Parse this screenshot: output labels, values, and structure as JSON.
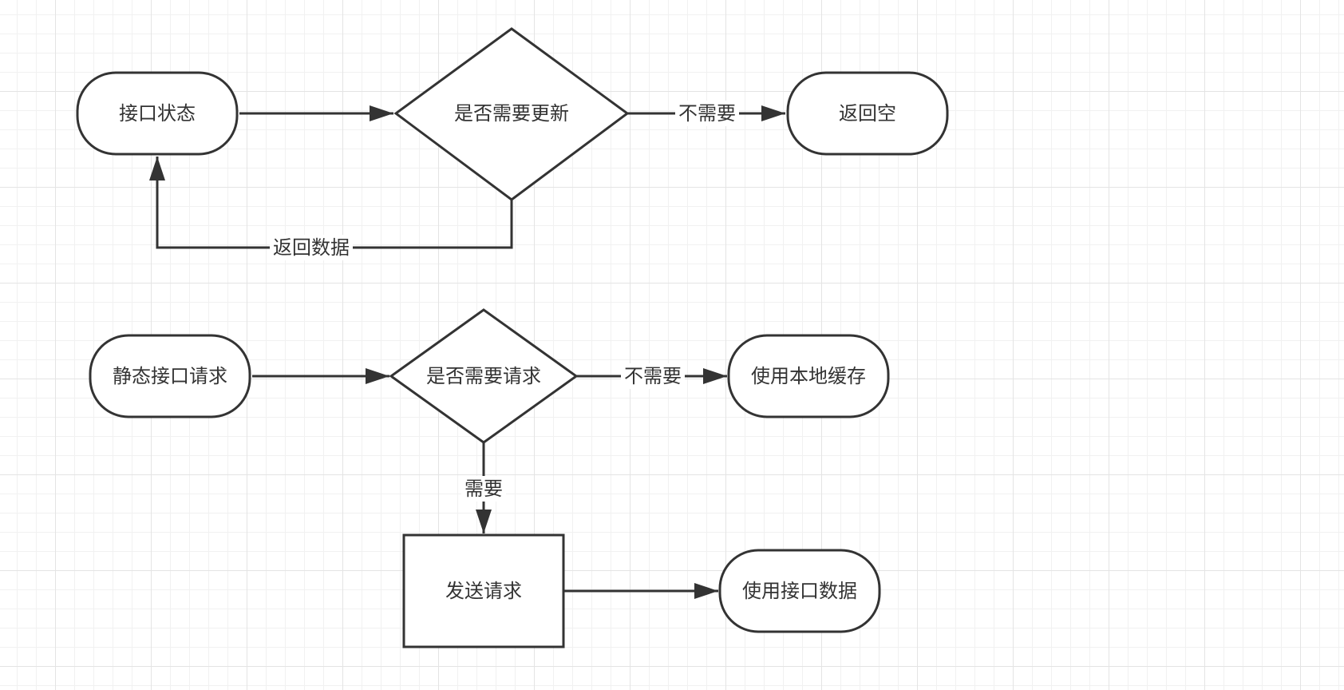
{
  "nodes": {
    "interface_status": "接口状态",
    "need_update": "是否需要更新",
    "return_empty": "返回空",
    "static_request": "静态接口请求",
    "need_request": "是否需要请求",
    "use_local_cache": "使用本地缓存",
    "send_request": "发送请求",
    "use_interface_data": "使用接口数据"
  },
  "edges": {
    "no_update": "不需要",
    "return_data": "返回数据",
    "no_request": "不需要",
    "need": "需要"
  },
  "colors": {
    "stroke": "#333333",
    "text": "#333333",
    "fill": "#ffffff"
  }
}
